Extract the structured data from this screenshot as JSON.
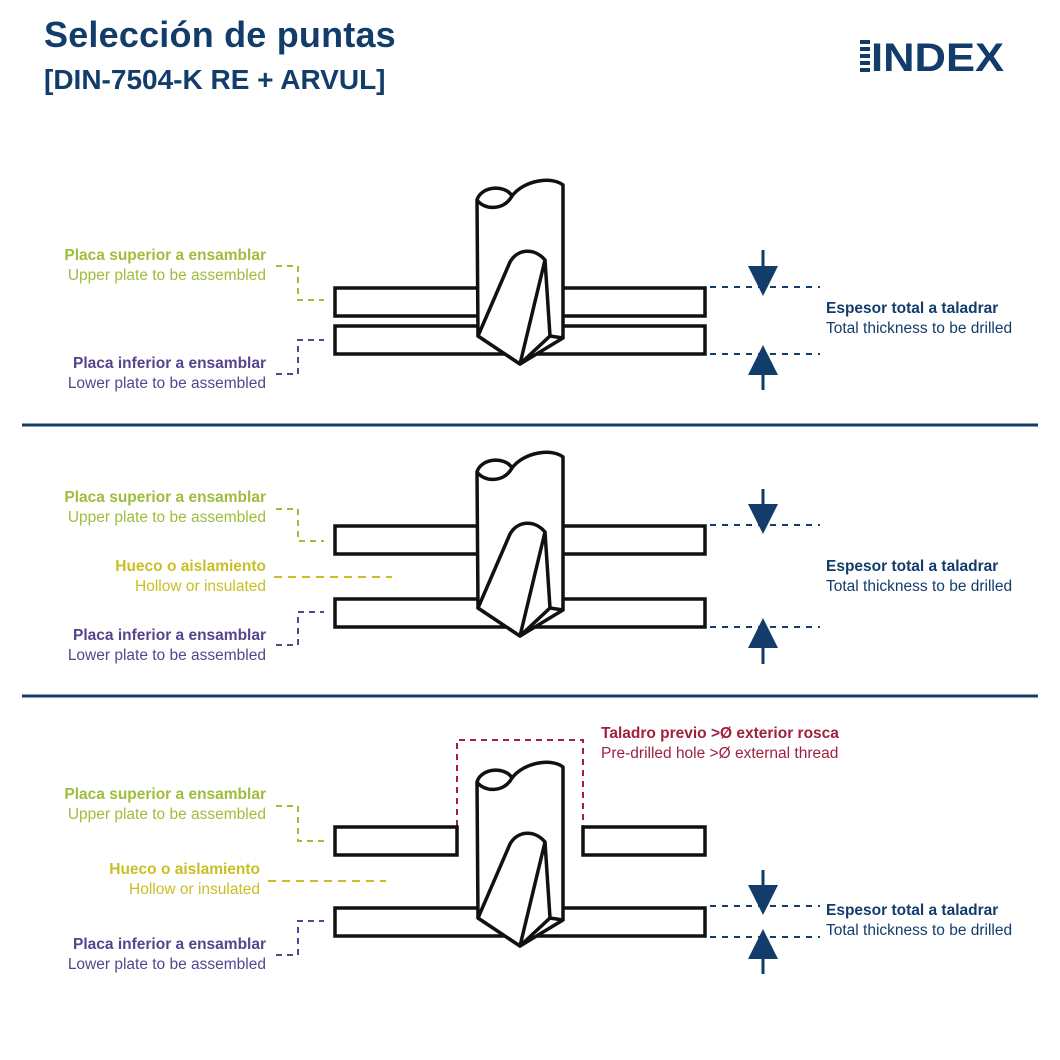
{
  "header": {
    "title": "Selección de puntas",
    "subtitle": "[DIN-7504-K RE + ARVUL]",
    "logo_text": "INDEX"
  },
  "colors": {
    "navy": "#123d6b",
    "green": "#9ebd3c",
    "purple": "#57448c",
    "yellow": "#c9bf25",
    "red": "#a0213f"
  },
  "panels": [
    {
      "upper_plate": {
        "es": "Placa superior a ensamblar",
        "en": "Upper plate to be assembled"
      },
      "lower_plate": {
        "es": "Placa inferior a ensamblar",
        "en": "Lower plate to be assembled"
      },
      "thickness": {
        "es": "Espesor total a taladrar",
        "en": "Total thickness to be drilled"
      }
    },
    {
      "upper_plate": {
        "es": "Placa superior a ensamblar",
        "en": "Upper plate to be assembled"
      },
      "hollow": {
        "es": "Hueco o aislamiento",
        "en": "Hollow or insulated"
      },
      "lower_plate": {
        "es": "Placa inferior a ensamblar",
        "en": "Lower plate to be assembled"
      },
      "thickness": {
        "es": "Espesor total a taladrar",
        "en": "Total thickness to be drilled"
      }
    },
    {
      "predrill": {
        "es": "Taladro previo >Ø exterior rosca",
        "en": "Pre-drilled hole >Ø external thread"
      },
      "upper_plate": {
        "es": "Placa superior a ensamblar",
        "en": "Upper plate to be assembled"
      },
      "hollow": {
        "es": "Hueco o aislamiento",
        "en": "Hollow or insulated"
      },
      "lower_plate": {
        "es": "Placa inferior a ensamblar",
        "en": "Lower plate to be assembled"
      },
      "thickness": {
        "es": "Espesor total a taladrar",
        "en": "Total thickness to be drilled"
      }
    }
  ]
}
